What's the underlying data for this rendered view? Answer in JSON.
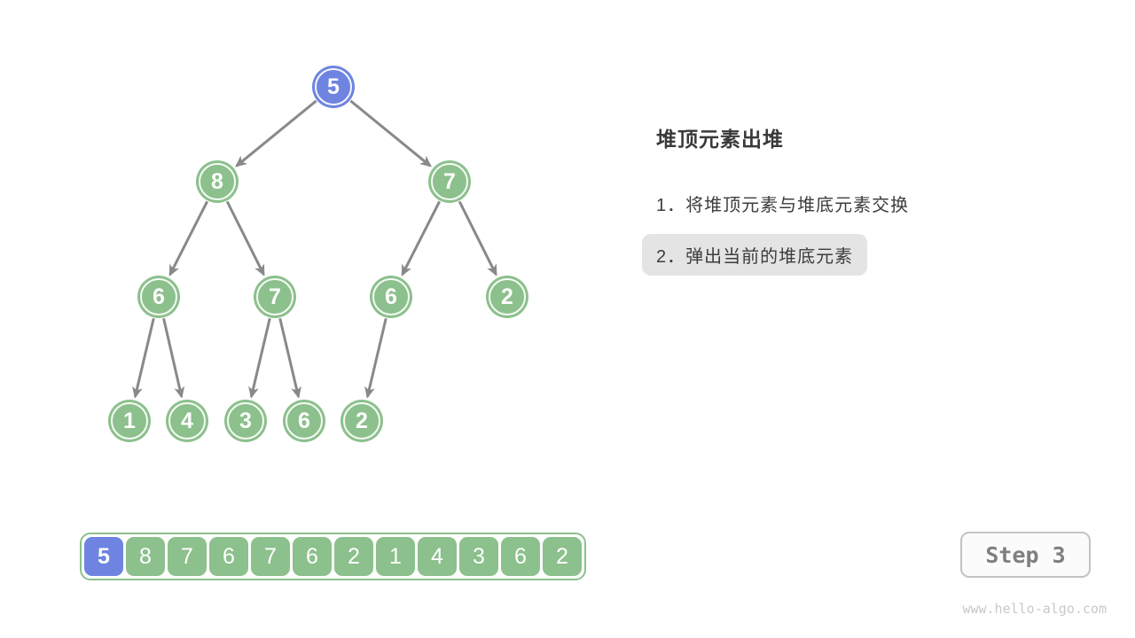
{
  "panel": {
    "title": "堆顶元素出堆",
    "steps": [
      {
        "text": "1．将堆顶元素与堆底元素交换",
        "highlighted": false
      },
      {
        "text": "2．弹出当前的堆底元素",
        "highlighted": true
      }
    ]
  },
  "tree": {
    "nodes": [
      {
        "value": "5",
        "variant": "root"
      },
      {
        "value": "8",
        "variant": "normal"
      },
      {
        "value": "7",
        "variant": "normal"
      },
      {
        "value": "6",
        "variant": "normal"
      },
      {
        "value": "7",
        "variant": "normal"
      },
      {
        "value": "6",
        "variant": "normal"
      },
      {
        "value": "2",
        "variant": "normal"
      },
      {
        "value": "1",
        "variant": "normal"
      },
      {
        "value": "4",
        "variant": "normal"
      },
      {
        "value": "3",
        "variant": "normal"
      },
      {
        "value": "6",
        "variant": "normal"
      },
      {
        "value": "2",
        "variant": "normal"
      }
    ],
    "edges": [
      [
        0,
        1
      ],
      [
        0,
        2
      ],
      [
        1,
        3
      ],
      [
        1,
        4
      ],
      [
        2,
        5
      ],
      [
        2,
        6
      ],
      [
        3,
        7
      ],
      [
        3,
        8
      ],
      [
        4,
        9
      ],
      [
        4,
        10
      ],
      [
        5,
        11
      ]
    ]
  },
  "array": {
    "values": [
      "5",
      "8",
      "7",
      "6",
      "7",
      "6",
      "2",
      "1",
      "4",
      "3",
      "6",
      "2"
    ],
    "highlight_index": 0
  },
  "step_badge": {
    "label": "Step 3"
  },
  "watermark": {
    "text": "www.hello-algo.com"
  },
  "colors": {
    "node_green": "#8cc08c",
    "node_blue": "#6e84e0",
    "edge_gray": "#898989",
    "highlight_bg": "#e4e4e4"
  }
}
